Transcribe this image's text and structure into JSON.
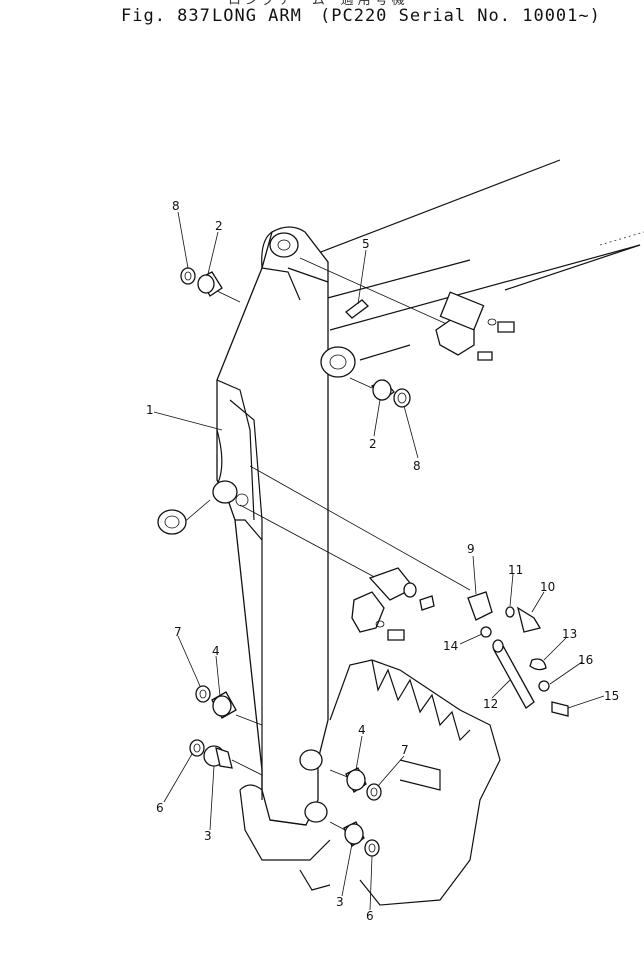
{
  "figure": {
    "japanese_caption": "ロングアーム 適用号機",
    "number_label": "Fig. 837",
    "title": "LONG ARM",
    "serial_note": "(PC220 Serial No. 10001~)"
  },
  "callouts": [
    "8",
    "2",
    "5",
    "1",
    "2",
    "8",
    "9",
    "11",
    "10",
    "13",
    "14",
    "16",
    "12",
    "15",
    "7",
    "4",
    "4",
    "7",
    "6",
    "3",
    "3",
    "6"
  ]
}
